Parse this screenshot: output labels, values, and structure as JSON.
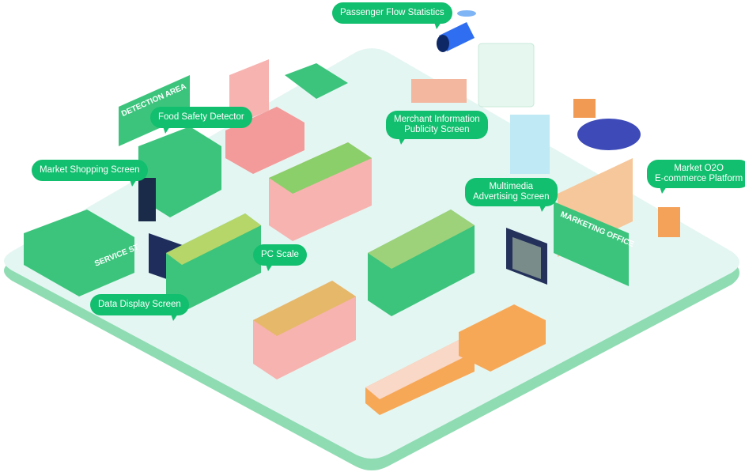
{
  "labels": {
    "passenger_flow": "Passenger Flow Statistics",
    "food_safety": "Food Safety Detector",
    "merchant_info_line1": "Merchant Information",
    "merchant_info_line2": "Publicity Screen",
    "market_shopping": "Market Shopping Screen",
    "multimedia_line1": "Multimedia",
    "multimedia_line2": "Advertising Screen",
    "o2o_line1": "Market O2O",
    "o2o_line2": "E-commerce Platform",
    "pc_scale": "PC Scale",
    "data_display": "Data Display Screen"
  },
  "signs": {
    "detection_area": "DETECTION AREA",
    "service_station": "SERVICE ST",
    "marketing_office": "MARKETING OFFICE"
  },
  "colors": {
    "accent": "#12bf6e",
    "floor": "#e4f6f2",
    "floor_edge": "#8fdcb3",
    "stall_pink": "#f7b3b0",
    "stall_green": "#3cc47c"
  }
}
